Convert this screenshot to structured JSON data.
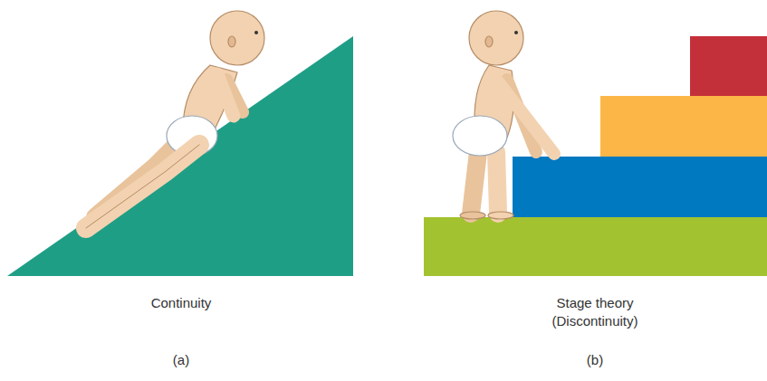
{
  "diagram": {
    "labels": [
      "Continuity",
      "Stage theory (Discontinuity)",
      "(a)",
      "(b)"
    ]
  }
}
